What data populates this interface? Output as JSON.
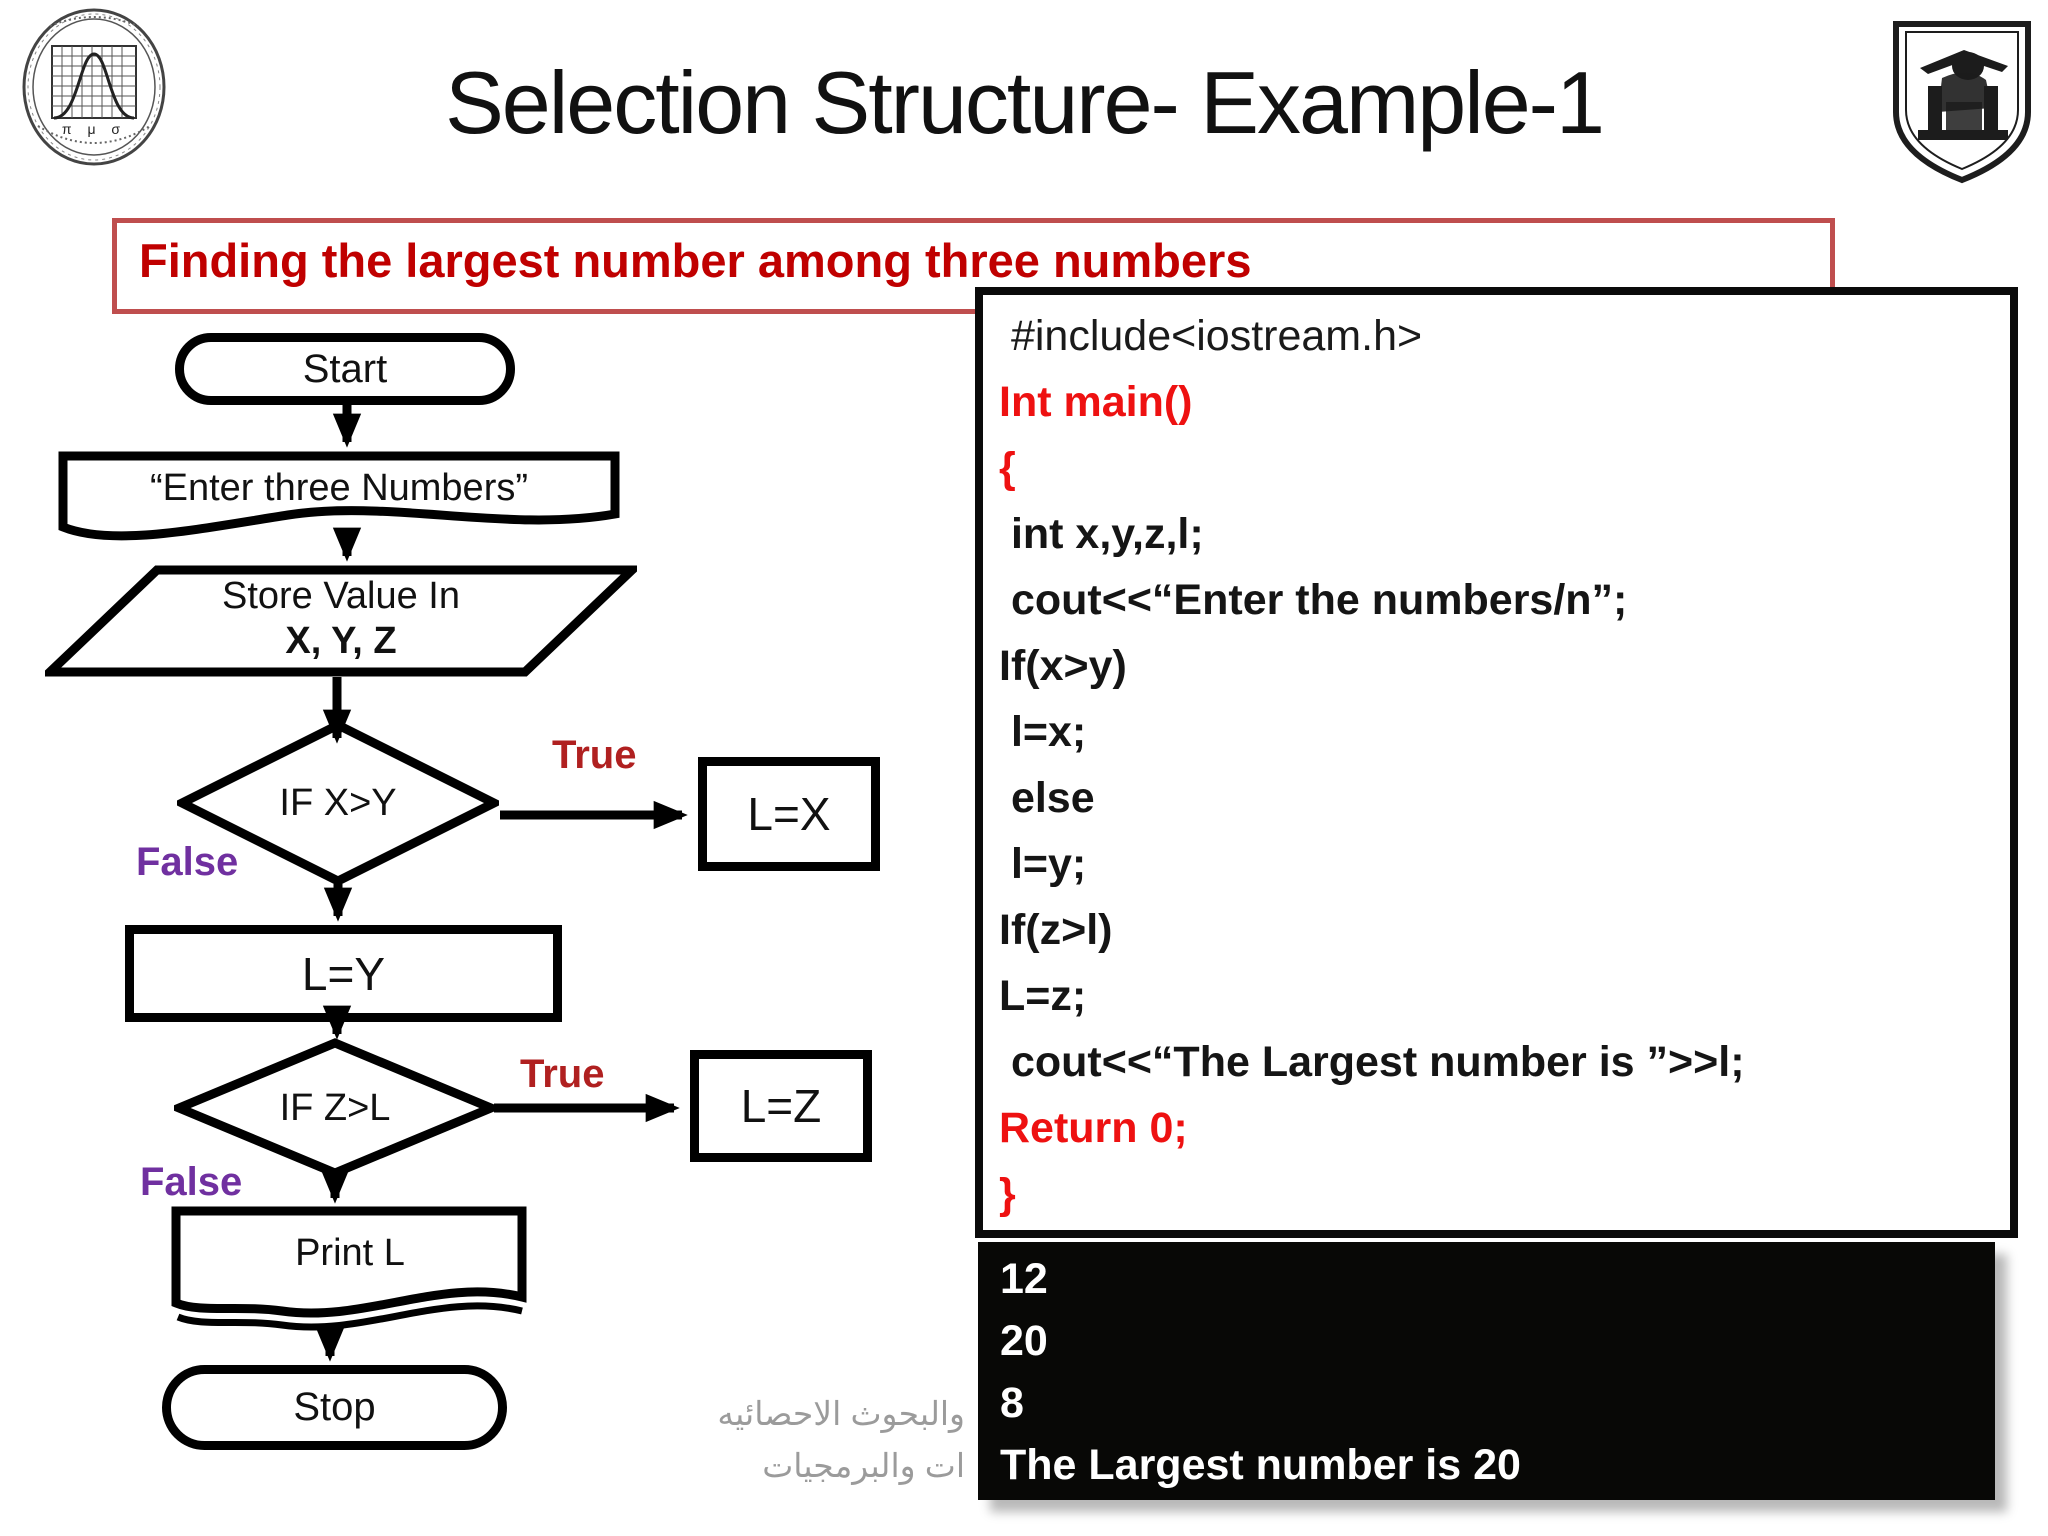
{
  "slide": {
    "title": "Selection Structure- Example-1",
    "subtitle": "Finding the largest number among three numbers",
    "footer_lines": [
      "والبحوث الاحصائيه",
      "ات والبرمجيات"
    ],
    "colors": {
      "subtitle_text": "#c00000",
      "subtitle_border": "#bf4e4e",
      "code_red": "#ee1111",
      "true_label": "#b02020",
      "false_label": "#7030a0",
      "console_bg": "#080806",
      "console_fg": "#ffffff"
    },
    "logos": {
      "left": "statistics-institute-seal",
      "right": "university-shield-crest"
    }
  },
  "flowchart": {
    "start": "Start",
    "enter": "“Enter three Numbers”",
    "store_line1": "Store Value In",
    "store_line2": "X, Y, Z",
    "if1": "IF X>Y",
    "assign_x": "L=X",
    "assign_y": "L=Y",
    "if2": "IF Z>L",
    "assign_z": "L=Z",
    "print": "Print L",
    "stop": "Stop",
    "true1": "True",
    "false1": "False",
    "true2": "True",
    "false2": "False"
  },
  "code": {
    "lines": [
      {
        "t": " #include<iostream.h>",
        "s": "plain"
      },
      {
        "t": "Int main()",
        "s": "red"
      },
      {
        "t": "{",
        "s": "red"
      },
      {
        "t": " int x,y,z,l;",
        "s": "bold"
      },
      {
        "t": " cout<<“Enter the numbers/n”;",
        "s": "bold"
      },
      {
        "t": "If(x>y)",
        "s": "bold"
      },
      {
        "t": " l=x;",
        "s": "bold"
      },
      {
        "t": " else",
        "s": "bold"
      },
      {
        "t": " l=y;",
        "s": "bold"
      },
      {
        "t": "If(z>l)",
        "s": "bold"
      },
      {
        "t": "L=z;",
        "s": "bold"
      },
      {
        "t": " cout<<“The Largest number is ”>>l;",
        "s": "bold"
      },
      {
        "t": "Return 0;",
        "s": "red"
      },
      {
        "t": "}",
        "s": "red"
      }
    ]
  },
  "console": {
    "lines": [
      "12",
      "20",
      "8",
      "The Largest number is 20"
    ]
  }
}
